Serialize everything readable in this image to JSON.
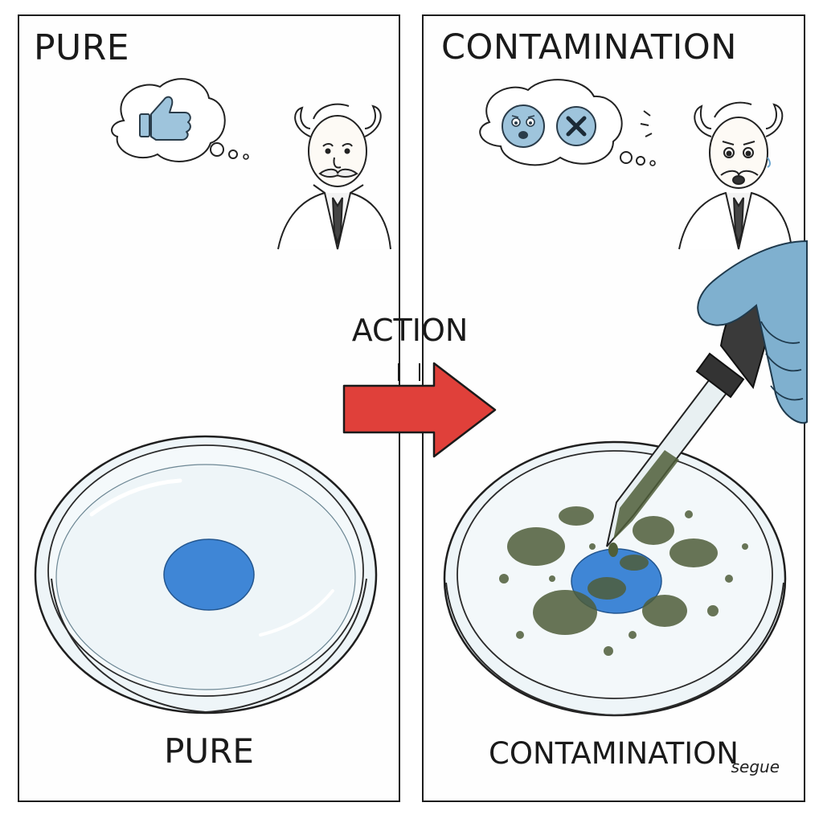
{
  "panels": {
    "left": {
      "title": "PURE",
      "caption": "PURE"
    },
    "right": {
      "title": "CONTAMINATION",
      "caption": "CONTAMINATION"
    }
  },
  "transition": {
    "label": "ACTION"
  },
  "signature": "segue",
  "icons": {
    "left_thought": "thumbs-up-icon",
    "right_thought": [
      "worried-face-icon",
      "x-mark-icon"
    ],
    "transition": "right-arrow-icon"
  },
  "colors": {
    "arrow": "#e0403a",
    "sample_blue": "#3f86d6",
    "contamination_green": "#4f5e3a",
    "glove_blue": "#7fb0cf",
    "thought_icon_blue": "#9ec4dc"
  }
}
